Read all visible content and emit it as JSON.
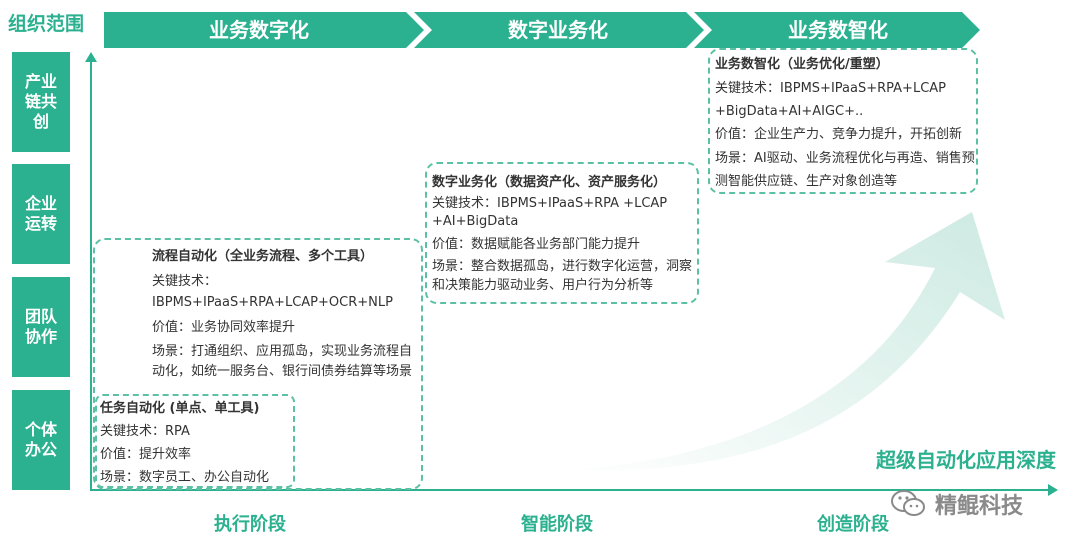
{
  "org_title": "组织范围",
  "rows": [
    "产业\n链共\n创",
    "企业\n运转",
    "团队\n协作",
    "个体\n办公"
  ],
  "stages": [
    "业务数字化",
    "数字业务化",
    "业务数智化"
  ],
  "phases": [
    "执行阶段",
    "智能阶段",
    "创造阶段"
  ],
  "depth_label": "超级自动化应用深度",
  "watermark": "精鲲科技",
  "boxes": {
    "task": {
      "title": "任务自动化 (单点、单工具)",
      "tech": "关键技术：RPA",
      "value": "价值：提升效率",
      "scene": "场景：数字员工、办公自动化"
    },
    "process": {
      "title": "流程自动化（全业务流程、多个工具）",
      "tech_label": "关键技术：",
      "tech": "IBPMS+IPaaS+RPA+LCAP+OCR+NLP",
      "value": "价值：业务协同效率提升",
      "scene": "场景：打通组织、应用孤岛，实现业务流程自动化，如统一服务台、银行间债券结算等场景"
    },
    "digital": {
      "title": "数字业务化（数据资产化、资产服务化）",
      "tech": "关键技术：IBPMS+IPaaS+RPA +LCAP +AI+BigData",
      "value": "价值：数据赋能各业务部门能力提升",
      "scene": "场景：整合数据孤岛，进行数字化运营，洞察和决策能力驱动业务、用户行为分析等"
    },
    "smart": {
      "title": "业务数智化（业务优化/重塑）",
      "tech": "关键技术：IBPMS+IPaaS+RPA+LCAP +BigData+AI+AIGC+..",
      "value": "价值：企业生产力、竞争力提升，开拓创新",
      "scene": "场景：AI驱动、业务流程优化与再造、销售预测智能供应链、生产对象创造等"
    }
  },
  "colors": {
    "teal": "#2bb18f",
    "arrow": "#dff2ec"
  }
}
